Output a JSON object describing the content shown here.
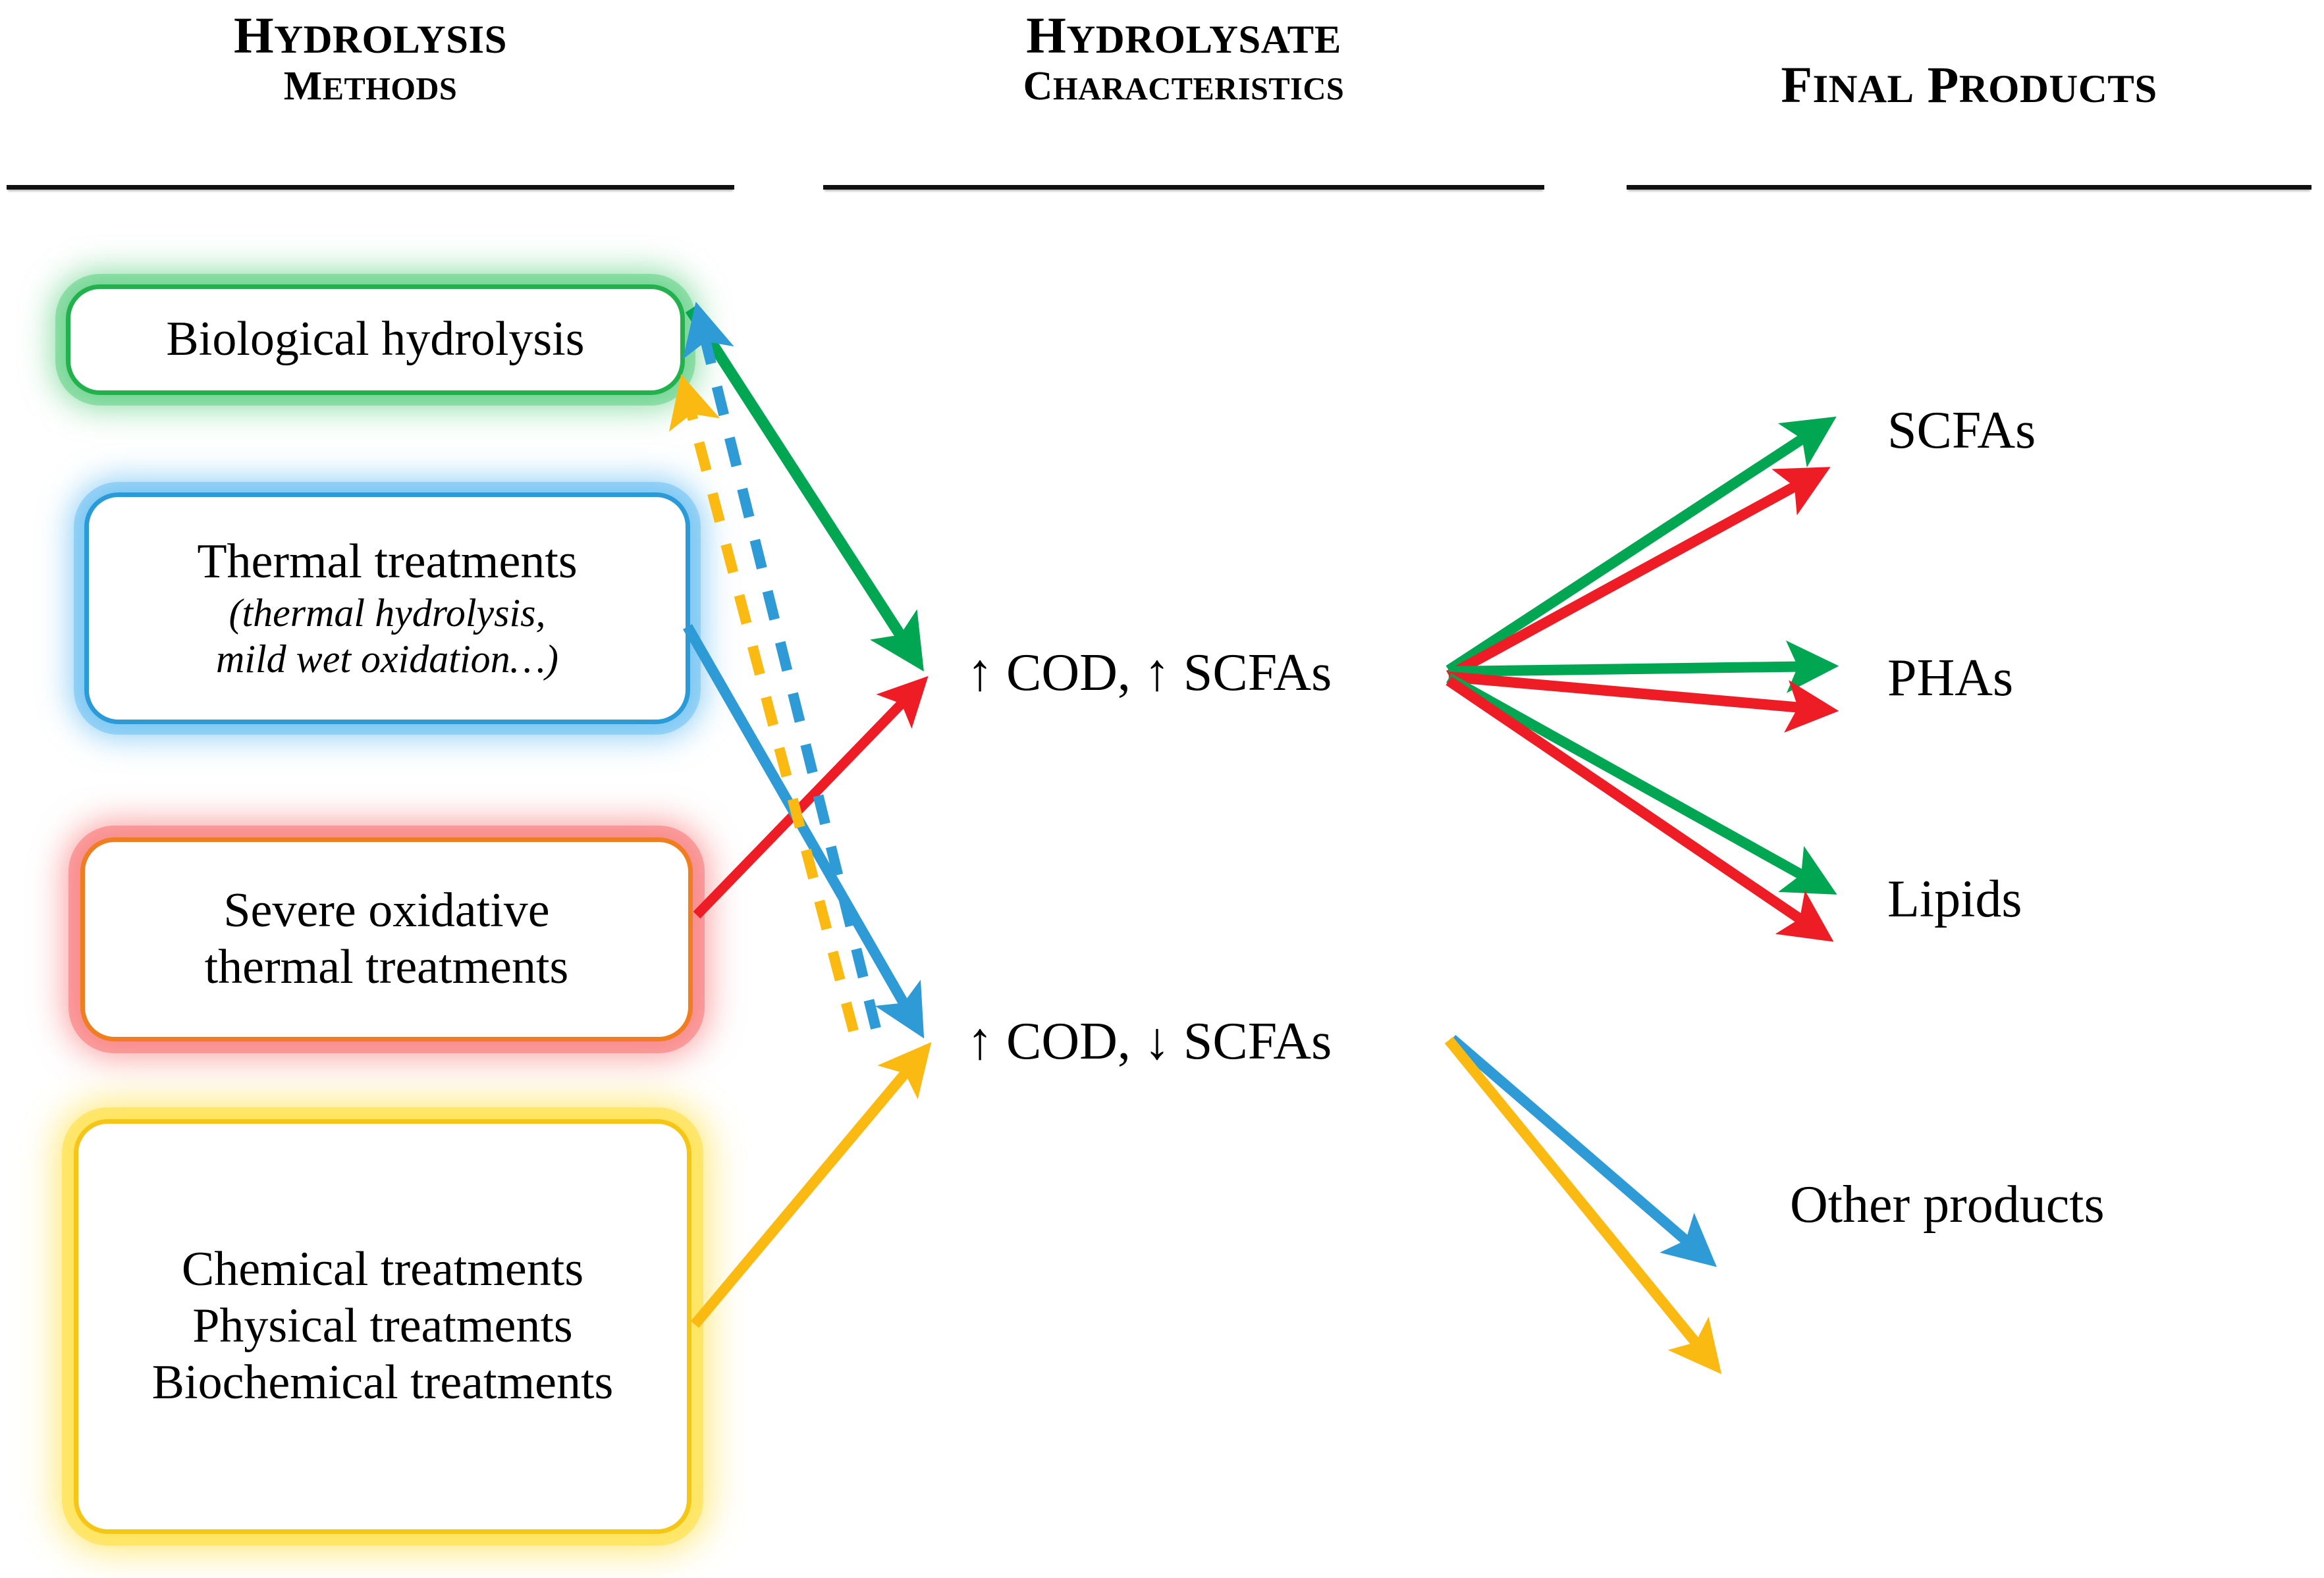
{
  "columns": [
    {
      "id": "hydrolysis-methods",
      "line1": "Hydrolysis",
      "line2": "methods"
    },
    {
      "id": "hydrolysate-characteristics",
      "line1": "Hydrolysate",
      "line2": "characteristics"
    },
    {
      "id": "final-products",
      "line1": "Final products",
      "line2": ""
    }
  ],
  "methods": [
    {
      "id": "biological-hydrolysis",
      "color": "#22b14c",
      "title": "Biological hydrolysis",
      "sub1": "",
      "sub2": "",
      "sub3": ""
    },
    {
      "id": "thermal-treatments",
      "color": "#2b9bd8",
      "title": "Thermal treatments",
      "sub1": "(thermal hydrolysis,",
      "sub2": "mild wet oxidation…)",
      "sub3": ""
    },
    {
      "id": "severe-oxidative-thermal-treatments",
      "color": "#f07d20",
      "title": "Severe oxidative",
      "sub1": "thermal treatments",
      "sub2": "",
      "sub3": ""
    },
    {
      "id": "chemical-physical-biochemical-treatments",
      "color": "#f5c518",
      "title": "Chemical treatments",
      "sub1": "Physical treatments",
      "sub2": "Biochemical treatments",
      "sub3": ""
    }
  ],
  "hydrolysate": [
    {
      "id": "high-cod-high-scfas",
      "label": "↑ COD, ↑ SCFAs"
    },
    {
      "id": "high-cod-low-scfas",
      "label": "↑ COD, ↓ SCFAs"
    }
  ],
  "products": [
    {
      "id": "scfas",
      "label": "SCFAs"
    },
    {
      "id": "phas",
      "label": "PHAs"
    },
    {
      "id": "lipids",
      "label": "Lipids"
    },
    {
      "id": "other-products",
      "label": "Other products"
    }
  ],
  "palette": {
    "green": "#00a651",
    "red": "#ee1c25",
    "blue": "#2e9bd6",
    "yellow": "#fbba12",
    "green_box_border": "#22b14c",
    "blue_box_border": "#2b9bd8",
    "red_box_border": "#f07d20",
    "yellow_box_border": "#f5c518",
    "text": "#000000"
  },
  "flows": [
    {
      "id": "flow-biological-to-high-scfas",
      "from": "biological-hydrolysis",
      "to": "high-cod-high-scfas",
      "color": "#00a651",
      "style": "solid"
    },
    {
      "id": "flow-severe-oxidative-to-high-scfas",
      "from": "severe-oxidative-thermal-treatments",
      "to": "high-cod-high-scfas",
      "color": "#ee1c25",
      "style": "solid"
    },
    {
      "id": "flow-thermal-to-low-scfas",
      "from": "thermal-treatments",
      "to": "high-cod-low-scfas",
      "color": "#2e9bd6",
      "style": "solid"
    },
    {
      "id": "flow-chemical-to-low-scfas",
      "from": "chemical-physical-biochemical-treatments",
      "to": "high-cod-low-scfas",
      "color": "#fbba12",
      "style": "solid"
    },
    {
      "id": "flow-low-scfas-to-biological-blue",
      "from": "high-cod-low-scfas",
      "to": "biological-hydrolysis",
      "color": "#2e9bd6",
      "style": "dashed"
    },
    {
      "id": "flow-low-scfas-to-biological-yellow",
      "from": "high-cod-low-scfas",
      "to": "biological-hydrolysis",
      "color": "#fbba12",
      "style": "dashed"
    },
    {
      "id": "flow-high-scfas-to-scfas-green",
      "from": "high-cod-high-scfas",
      "to": "scfas",
      "color": "#00a651",
      "style": "solid"
    },
    {
      "id": "flow-high-scfas-to-scfas-red",
      "from": "high-cod-high-scfas",
      "to": "scfas",
      "color": "#ee1c25",
      "style": "solid"
    },
    {
      "id": "flow-high-scfas-to-phas-green",
      "from": "high-cod-high-scfas",
      "to": "phas",
      "color": "#00a651",
      "style": "solid"
    },
    {
      "id": "flow-high-scfas-to-phas-red",
      "from": "high-cod-high-scfas",
      "to": "phas",
      "color": "#ee1c25",
      "style": "solid"
    },
    {
      "id": "flow-high-scfas-to-lipids-green",
      "from": "high-cod-high-scfas",
      "to": "lipids",
      "color": "#00a651",
      "style": "solid"
    },
    {
      "id": "flow-high-scfas-to-lipids-red",
      "from": "high-cod-high-scfas",
      "to": "lipids",
      "color": "#ee1c25",
      "style": "solid"
    },
    {
      "id": "flow-low-scfas-to-other-blue",
      "from": "high-cod-low-scfas",
      "to": "other-products",
      "color": "#2e9bd6",
      "style": "solid"
    },
    {
      "id": "flow-low-scfas-to-other-yellow",
      "from": "high-cod-low-scfas",
      "to": "other-products",
      "color": "#fbba12",
      "style": "solid"
    }
  ]
}
